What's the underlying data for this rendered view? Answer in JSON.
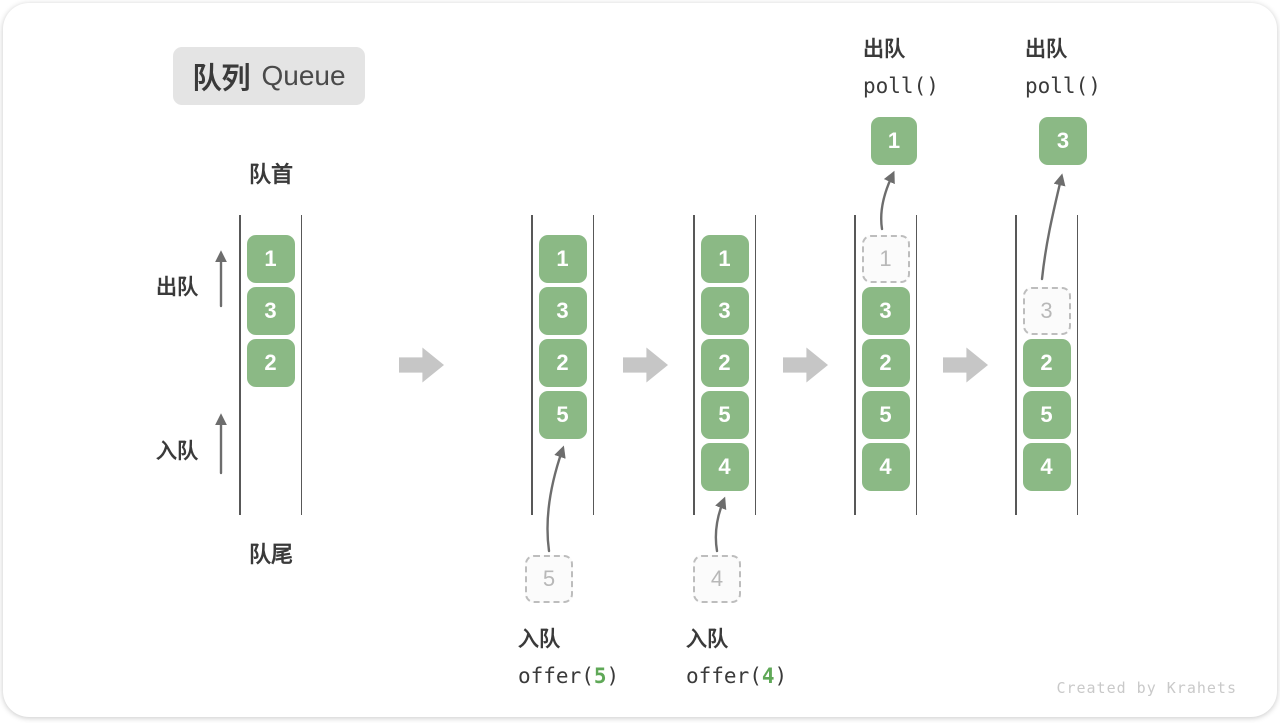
{
  "title": {
    "zh": "队列",
    "en": "Queue"
  },
  "labels": {
    "front": "队首",
    "rear": "队尾",
    "dequeue_side": "出队",
    "enqueue_side": "入队"
  },
  "queue_states": [
    {
      "name": "state-initial",
      "cells": [
        {
          "row": 1,
          "value": "1",
          "kind": "solid"
        },
        {
          "row": 2,
          "value": "3",
          "kind": "solid"
        },
        {
          "row": 3,
          "value": "2",
          "kind": "solid"
        }
      ]
    },
    {
      "name": "state-after-offer-5",
      "cells": [
        {
          "row": 1,
          "value": "1",
          "kind": "solid"
        },
        {
          "row": 2,
          "value": "3",
          "kind": "solid"
        },
        {
          "row": 3,
          "value": "2",
          "kind": "solid"
        },
        {
          "row": 4,
          "value": "5",
          "kind": "solid"
        }
      ]
    },
    {
      "name": "state-after-offer-4",
      "cells": [
        {
          "row": 1,
          "value": "1",
          "kind": "solid"
        },
        {
          "row": 2,
          "value": "3",
          "kind": "solid"
        },
        {
          "row": 3,
          "value": "2",
          "kind": "solid"
        },
        {
          "row": 4,
          "value": "5",
          "kind": "solid"
        },
        {
          "row": 5,
          "value": "4",
          "kind": "solid"
        }
      ]
    },
    {
      "name": "state-after-poll-1",
      "cells": [
        {
          "row": 1,
          "value": "1",
          "kind": "dashed"
        },
        {
          "row": 2,
          "value": "3",
          "kind": "solid"
        },
        {
          "row": 3,
          "value": "2",
          "kind": "solid"
        },
        {
          "row": 4,
          "value": "5",
          "kind": "solid"
        },
        {
          "row": 5,
          "value": "4",
          "kind": "solid"
        }
      ]
    },
    {
      "name": "state-after-poll-3",
      "cells": [
        {
          "row": 2,
          "value": "3",
          "kind": "dashed"
        },
        {
          "row": 3,
          "value": "2",
          "kind": "solid"
        },
        {
          "row": 4,
          "value": "5",
          "kind": "solid"
        },
        {
          "row": 5,
          "value": "4",
          "kind": "solid"
        }
      ]
    }
  ],
  "poll_ops": [
    {
      "label_zh": "出队",
      "code": "poll()",
      "result": "1"
    },
    {
      "label_zh": "出队",
      "code": "poll()",
      "result": "3"
    }
  ],
  "offer_ops": [
    {
      "label_zh": "入队",
      "code_pre": "offer(",
      "arg": "5",
      "code_post": ")",
      "staged": "5"
    },
    {
      "label_zh": "入队",
      "code_pre": "offer(",
      "arg": "4",
      "code_post": ")",
      "staged": "4"
    }
  ],
  "watermark": "Created by Krahets",
  "colors": {
    "box_green": "#8bb985",
    "box_text": "#ffffff",
    "code_arg_green": "#5fa857",
    "dashed_border": "#bdbdbd",
    "dashed_text": "#b8b8b8",
    "block_arrow_gray": "#c6c6c6",
    "thin_arrow_gray": "#6d6d6d",
    "text_dark": "#3a3a3a",
    "title_bg": "#e4e4e4",
    "watermark_gray": "#c9c9c9"
  }
}
